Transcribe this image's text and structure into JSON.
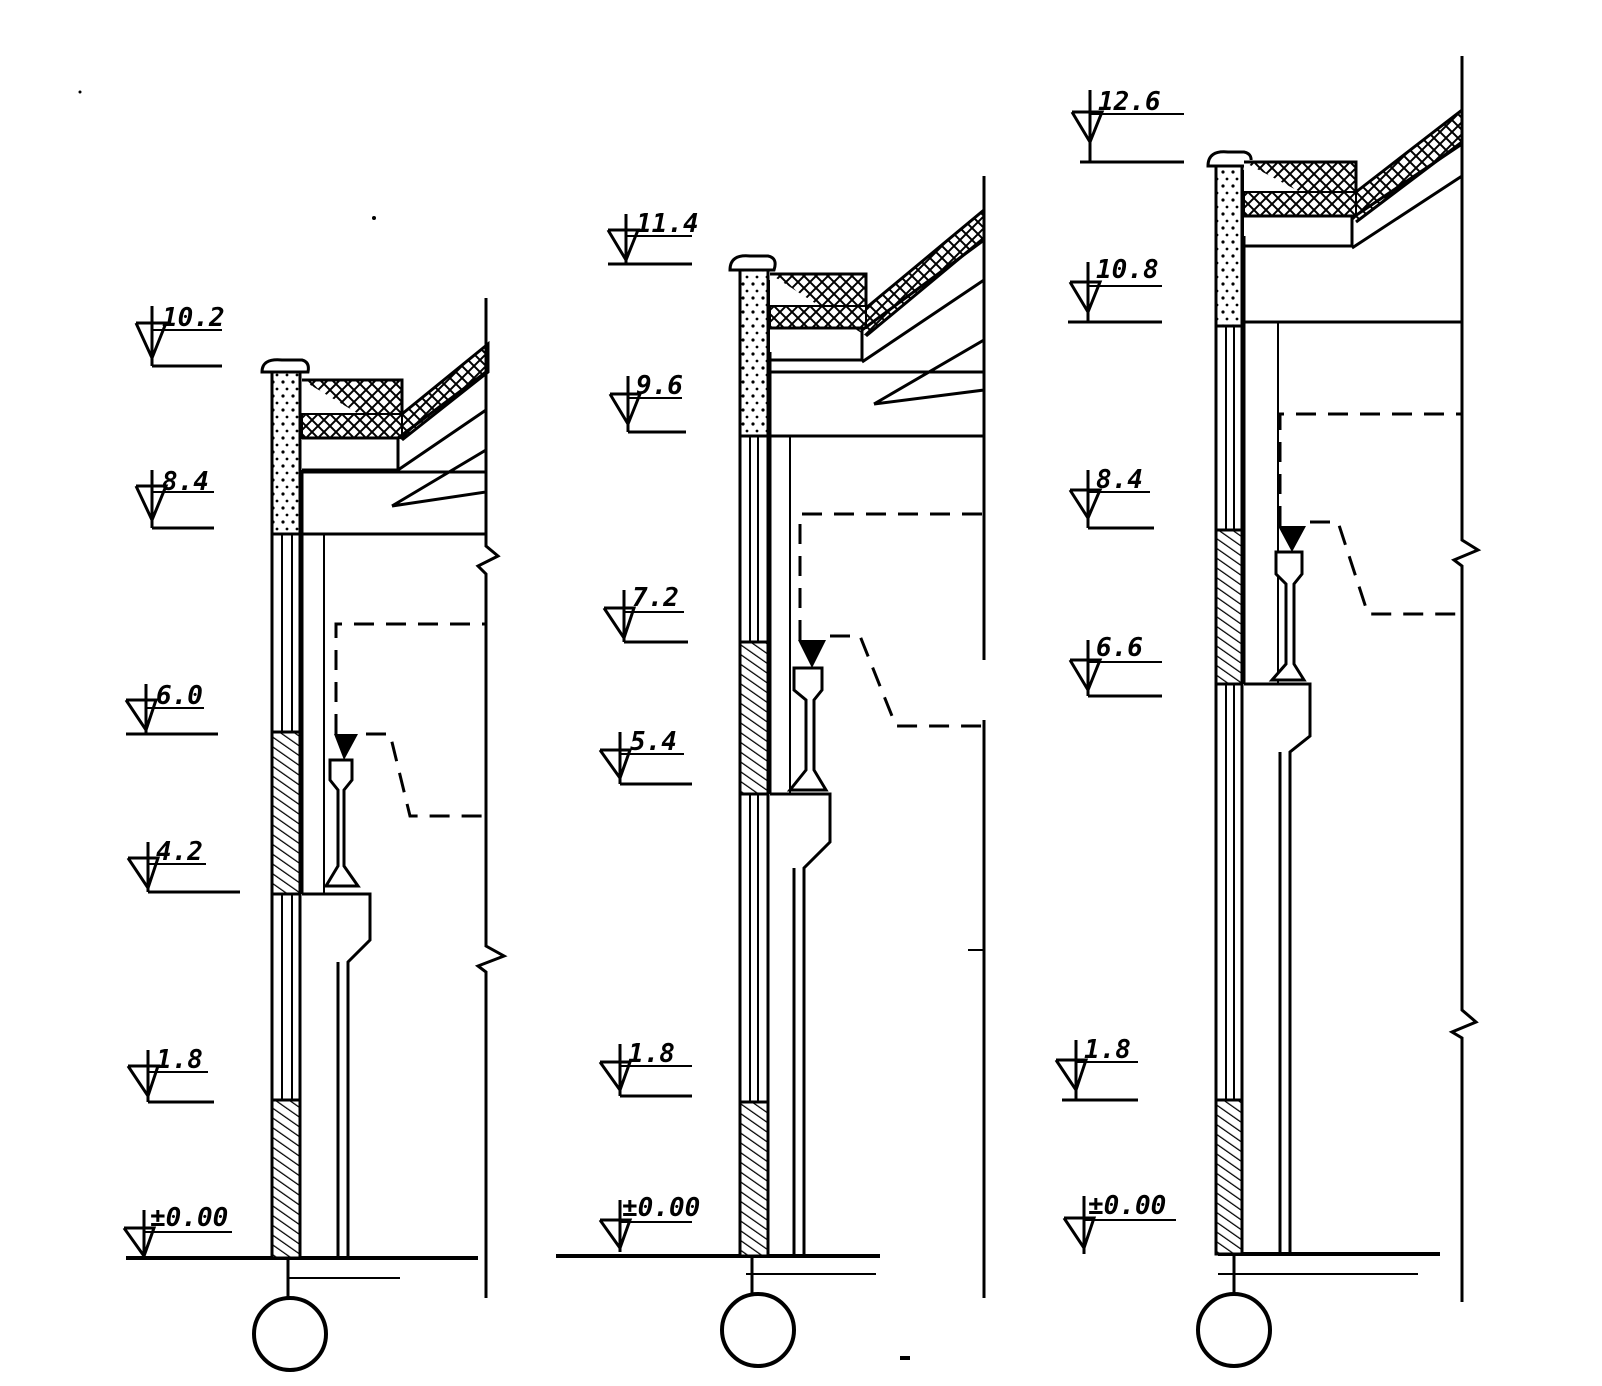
{
  "colors": {
    "ink": "#000000",
    "paper": "#ffffff"
  },
  "sections": [
    {
      "id": "section-1",
      "elevations": [
        "10.2",
        "8.4",
        "6.0",
        "4.2",
        "1.8",
        "±0.00"
      ],
      "axis_label": ""
    },
    {
      "id": "section-2",
      "elevations": [
        "11.4",
        "9.6",
        "7.2",
        "5.4",
        "1.8",
        "±0.00"
      ],
      "axis_label": ""
    },
    {
      "id": "section-3",
      "elevations": [
        "12.6",
        "10.8",
        "8.4",
        "6.6",
        "1.8",
        "±0.00"
      ],
      "axis_label": ""
    }
  ]
}
